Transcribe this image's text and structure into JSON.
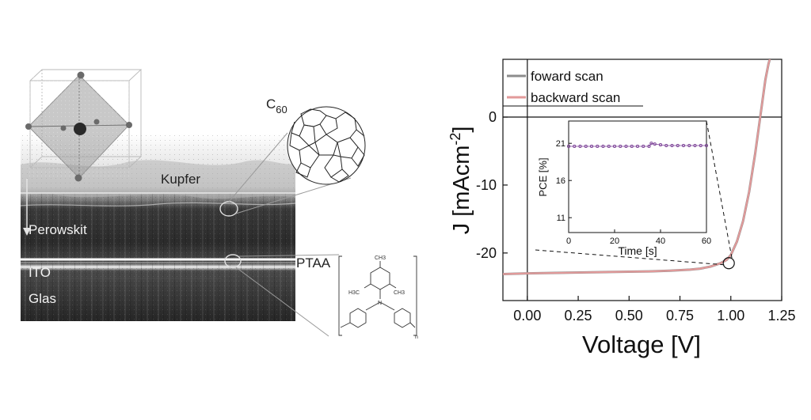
{
  "layers": {
    "kupfer": "Kupfer",
    "perowskit": "Perowskit",
    "ito": "ITO",
    "glas": "Glas",
    "c60_base": "C",
    "c60_sub": "60",
    "ptaa": "PTAA"
  },
  "molecule_labels": {
    "ch3_top": "CH3",
    "ch3_left": "H3C",
    "ch3_right": "CH3",
    "nitrogen": "N",
    "subscript_n": "n"
  },
  "colors": {
    "forward": "#8c8c8c",
    "backward": "#e29a9a",
    "inset_markers": "#7a3f95"
  },
  "chart_data": [
    {
      "type": "line",
      "xlabel": "Voltage [V]",
      "ylabel_base": "J [mAcm",
      "ylabel_sup": "-2",
      "ylabel_close": "]",
      "xlim": [
        -0.12,
        1.25
      ],
      "ylim": [
        -27,
        8.5
      ],
      "xticks": [
        "0.00",
        "0.25",
        "0.50",
        "0.75",
        "1.00",
        "1.25"
      ],
      "xtick_values": [
        0,
        0.25,
        0.5,
        0.75,
        1.0,
        1.25
      ],
      "yticks": [
        "0",
        "-10",
        "-20"
      ],
      "ytick_values": [
        0,
        -10,
        -20
      ],
      "series": [
        {
          "name": "foward scan",
          "x": [
            -0.12,
            0.0,
            0.2,
            0.4,
            0.6,
            0.7,
            0.8,
            0.85,
            0.9,
            0.95,
            0.98,
            1.0,
            1.03,
            1.06,
            1.09,
            1.12,
            1.15,
            1.17,
            1.185,
            1.2
          ],
          "y": [
            -23.1,
            -23.0,
            -22.9,
            -22.8,
            -22.7,
            -22.6,
            -22.45,
            -22.3,
            -22.0,
            -21.5,
            -21.0,
            -20.3,
            -18.3,
            -15.3,
            -11.0,
            -5.3,
            1.2,
            5.5,
            7.8,
            9.5
          ]
        },
        {
          "name": "backward scan",
          "x": [
            -0.12,
            0.0,
            0.2,
            0.4,
            0.6,
            0.7,
            0.8,
            0.85,
            0.9,
            0.95,
            0.98,
            1.0,
            1.03,
            1.06,
            1.09,
            1.12,
            1.15,
            1.17,
            1.185,
            1.2
          ],
          "y": [
            -23.1,
            -23.0,
            -22.9,
            -22.8,
            -22.7,
            -22.6,
            -22.45,
            -22.3,
            -22.0,
            -21.5,
            -21.0,
            -20.3,
            -18.3,
            -15.3,
            -11.0,
            -5.3,
            1.2,
            5.5,
            7.8,
            9.5
          ]
        }
      ],
      "zoom_point": {
        "x": 0.99,
        "y": -21.5
      }
    },
    {
      "type": "scatter",
      "xlabel": "Time [s]",
      "ylabel": "PCE [%]",
      "xlim": [
        0,
        60
      ],
      "ylim": [
        9,
        24
      ],
      "xticks": [
        "0",
        "20",
        "40",
        "60"
      ],
      "xtick_values": [
        0,
        20,
        40,
        60
      ],
      "yticks": [
        "21",
        "16",
        "11"
      ],
      "ytick_values": [
        21,
        16,
        11
      ],
      "series": [
        {
          "x": [
            0,
            2.5,
            5,
            7.5,
            10,
            12.5,
            15,
            17.5,
            20,
            22.5,
            25,
            27.5,
            30,
            32.5,
            35,
            36,
            37.5,
            40,
            42.5,
            45,
            47.5,
            50,
            52.5,
            55,
            57.5,
            60
          ],
          "y": [
            20.6,
            20.6,
            20.6,
            20.6,
            20.6,
            20.6,
            20.6,
            20.6,
            20.6,
            20.6,
            20.6,
            20.6,
            20.6,
            20.6,
            20.6,
            21.0,
            20.9,
            20.8,
            20.7,
            20.7,
            20.7,
            20.7,
            20.7,
            20.7,
            20.7,
            20.7
          ]
        }
      ]
    }
  ]
}
